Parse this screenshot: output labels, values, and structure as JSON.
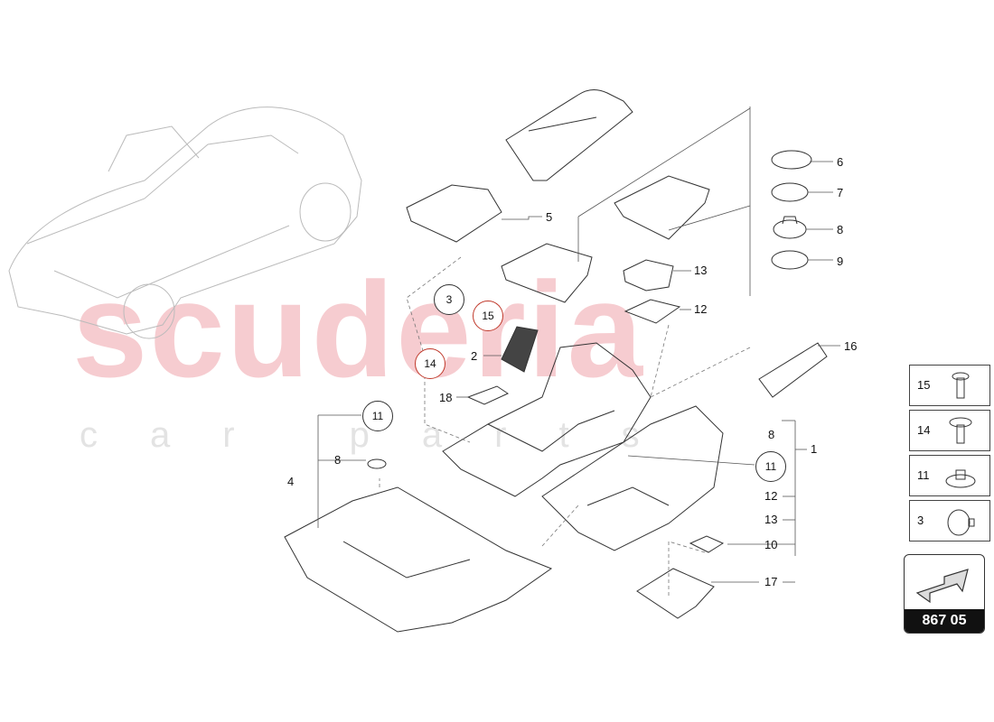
{
  "watermark": {
    "brand": "scuderia",
    "sub": "car parts"
  },
  "callouts": {
    "n1": "1",
    "n2": "2",
    "n4": "4",
    "n5": "5",
    "n6": "6",
    "n7": "7",
    "n8a": "8",
    "n8b": "8",
    "n8c": "8",
    "n9": "9",
    "n10": "10",
    "n12a": "12",
    "n12b": "12",
    "n13a": "13",
    "n13b": "13",
    "n16": "16",
    "n17": "17",
    "n18": "18"
  },
  "circled": {
    "c3": "3",
    "c15": "15",
    "c14": "14",
    "c11a": "11",
    "c11b": "11"
  },
  "legend": [
    "15",
    "14",
    "11",
    "3"
  ],
  "reference": {
    "code": "867 05"
  },
  "colors": {
    "line": "#333333",
    "watermark": "#f6c7cb",
    "circle_red": "#c0392b"
  }
}
